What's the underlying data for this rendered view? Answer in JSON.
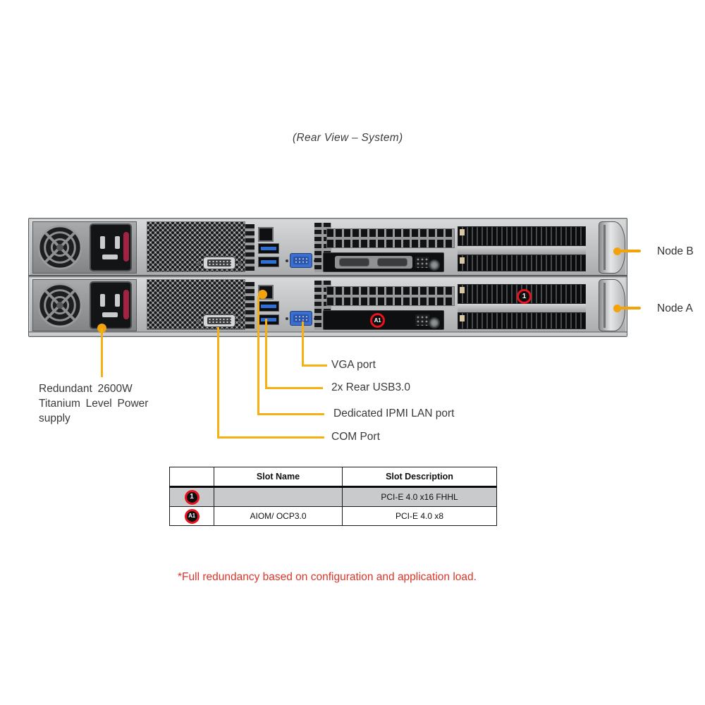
{
  "title": "(Rear View – System)",
  "server": {
    "node_b_label": "Node B",
    "node_a_label": "Node A",
    "slot1_marker": "1",
    "slotA1_marker": "A1"
  },
  "callouts": {
    "psu": "Redundant 2600W\nTitanium Level Power\nsupply",
    "vga": "VGA port",
    "usb": "2x Rear USB3.0",
    "ipmi": "Dedicated IPMI  LAN port",
    "com": "COM Port"
  },
  "table": {
    "headers": {
      "marker": "",
      "name": "Slot Name",
      "description": "Slot Description"
    },
    "rows": [
      {
        "marker": "1",
        "name": "",
        "description": "PCI-E 4.0 x16 FHHL"
      },
      {
        "marker": "A1",
        "name": "AIOM/ OCP3.0",
        "description": "PCI-E 4.0 x8"
      }
    ]
  },
  "footnote": "*Full redundancy based on configuration and application load.",
  "colors": {
    "callout_line": "#F7B013",
    "arrow_orange": "#F2A30B",
    "marker_ring": "#E8131E",
    "marker_fill": "#0D0D0D",
    "footnote_text": "#DE3428",
    "chassis_gray": "#C7C9CB",
    "usb_blue": "#2F6FD8",
    "vga_blue": "#3A6FD0",
    "psu_clip_red": "#A02343",
    "table_row_gray": "#C9CACB"
  }
}
